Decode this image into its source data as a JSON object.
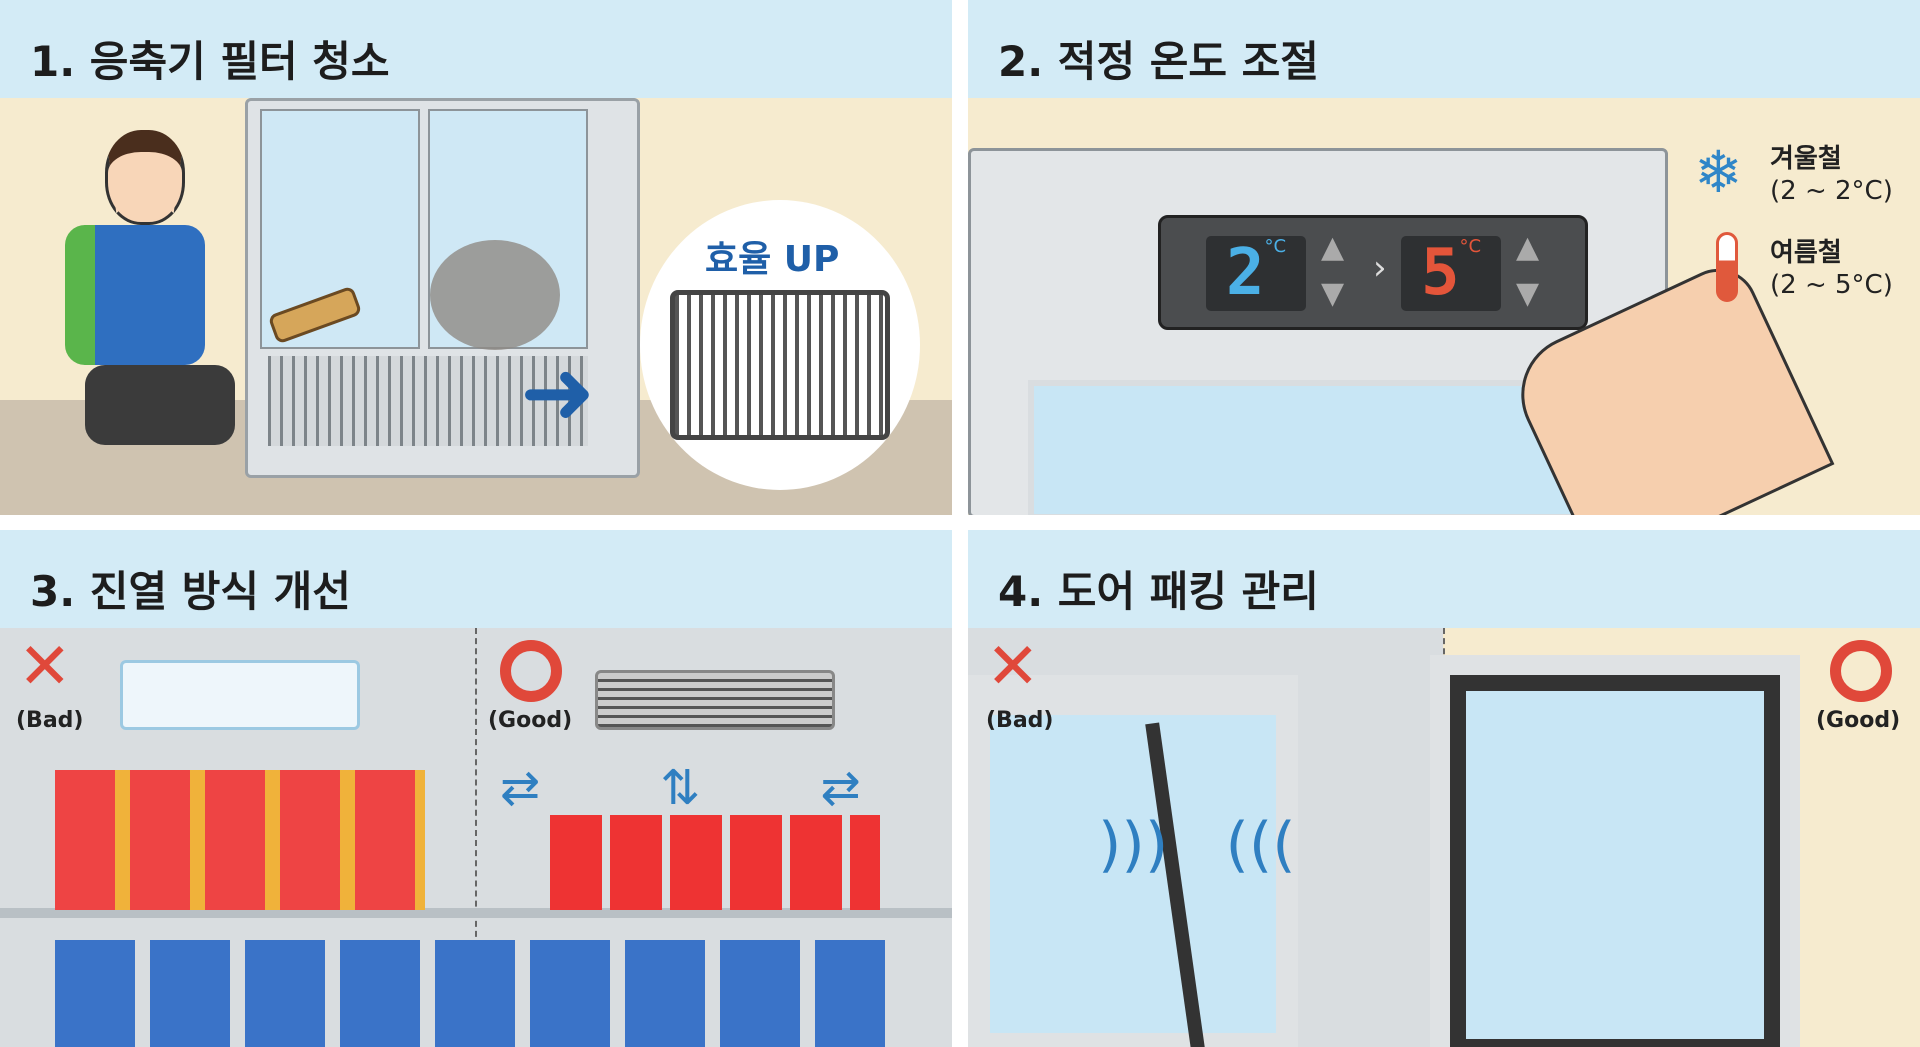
{
  "panels": [
    {
      "title": "1. 응축기 필터 청소",
      "badge": "효율 UP"
    },
    {
      "title": "2. 적정 온도 조절",
      "display_left": "2",
      "display_right": "5",
      "unit": "°C",
      "winter": {
        "label": "겨울철",
        "range": "(2 ~ 2°C)"
      },
      "summer": {
        "label": "여름철",
        "range": "(2 ~ 5°C)"
      }
    },
    {
      "title": "3. 진열 방식 개선",
      "bad": "(Bad)",
      "good": "(Good)"
    },
    {
      "title": "4. 도어 패킹 관리",
      "bad": "(Bad)",
      "good": "(Good)"
    }
  ],
  "colors": {
    "header": "#d3ebf6",
    "background": "#f6ebcf",
    "bad": "#e0483a",
    "blue": "#2f7fc1"
  }
}
